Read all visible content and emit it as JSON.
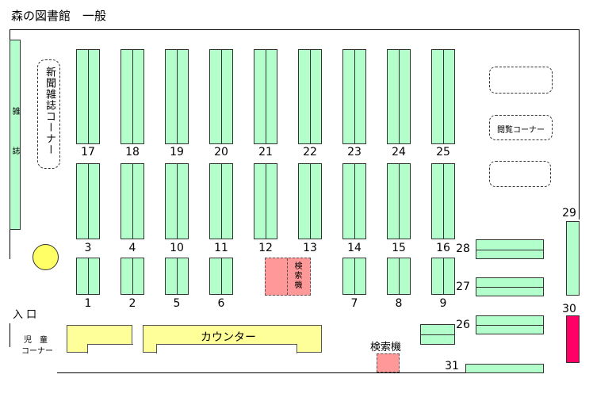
{
  "header": {
    "title": "森の図書館　一般"
  },
  "colors": {
    "shelf": "#b3ffcc",
    "counter": "#ffff99",
    "search": "#ff9999",
    "pillar": "#ffff66",
    "red_shelf": "#ff0066"
  },
  "areas": {
    "magazines": "雑誌",
    "newspaper_corner": "新聞雑誌コーナー",
    "reading_corner": "閲覧コーナー",
    "entrance": "入 口",
    "kids_corner_line1": "児　童",
    "kids_corner_line2": "コーナー",
    "counter": "カウンター",
    "search_terminal": "検索機",
    "search_terminal_label": "検索機"
  },
  "shelf_numbers": {
    "top_row": [
      "17",
      "18",
      "19",
      "20",
      "21",
      "22",
      "23",
      "24",
      "25"
    ],
    "middle_row": [
      "3",
      "4",
      "10",
      "11",
      "12",
      "13",
      "14",
      "15",
      "16"
    ],
    "bottom_row": [
      "1",
      "2",
      "5",
      "6",
      "7",
      "8",
      "9"
    ],
    "right_side": [
      "28",
      "27",
      "26",
      "29",
      "30",
      "31"
    ]
  }
}
